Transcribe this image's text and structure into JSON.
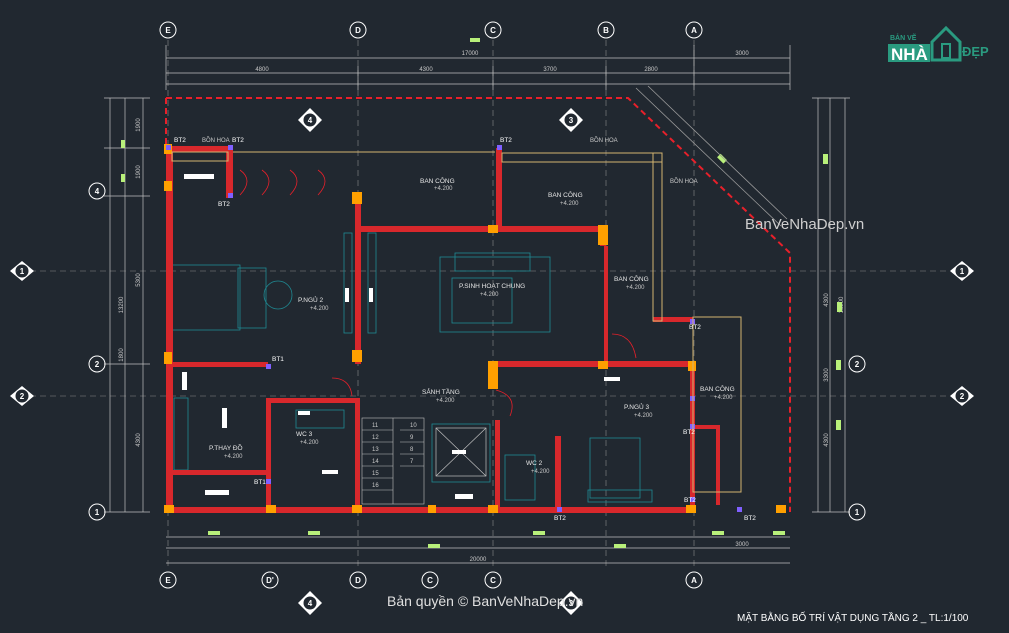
{
  "logo": {
    "top": "BẢN VẼ",
    "main": "NHÀ",
    "side": "ĐẸP"
  },
  "watermarks": {
    "center": "BanVeNhaDep.vn",
    "bottom": "Bản quyền © BanVeNhaDep.vn"
  },
  "drawing_title": "MẶT BẰNG BỐ TRÍ VẬT DỤNG TẦNG 2 _ TL:1/100",
  "grid_top": [
    "E",
    "D",
    "C",
    "B",
    "A"
  ],
  "grid_bottom": [
    "E",
    "D'",
    "D",
    "C",
    "C",
    "A"
  ],
  "grid_left": [
    "4",
    "2",
    "1"
  ],
  "grid_right": [
    "1",
    "2",
    "1"
  ],
  "section_marks": [
    "4",
    "3",
    "1",
    "2",
    "1",
    "2",
    "4",
    "3"
  ],
  "dims_top_total": "17000",
  "dims_top_side": "3000",
  "dims_top_segments": [
    "4800",
    "4300",
    "3700",
    "2800"
  ],
  "dims_left": [
    "1900",
    "1900",
    "5300",
    "1800",
    "4300"
  ],
  "dims_left_total": "13200",
  "dims_right": [
    "4300",
    "3300",
    "4300"
  ],
  "dims_right_total": "13200",
  "dims_bottom_total": "20000",
  "dims_bottom_side": "3000",
  "rooms": {
    "ban_cong_1": "BAN CÔNG",
    "ban_cong_2": "BAN CÔNG",
    "ban_cong_3": "BAN CÔNG",
    "ban_cong_4": "BAN CÔNG",
    "ngu_2": "P.NGỦ 2",
    "sinh_hoat": "P.SINH HOẠT CHUNG",
    "sanh_tang": "SẢNH TẦNG",
    "ngu_3": "P.NGỦ 3",
    "thay_do": "P.THAY ĐỒ",
    "wc_3": "WC 3",
    "wc_2": "WC 2"
  },
  "level_tags": {
    "lt_1": "+4.200",
    "lt_2": "+4.200",
    "lt_3": "+4.200",
    "lt_4": "+4.200",
    "lt_5": "+4.200",
    "lt_6": "+4.200",
    "lt_7": "+4.200",
    "lt_8": "+4.200",
    "lt_9": "+4.200",
    "lt_10": "+4.200",
    "lt_11": "+4.200"
  },
  "tags": [
    "BT2",
    "BT2",
    "BT2",
    "BT2",
    "BT2",
    "BT2",
    "BT1",
    "BT1",
    "BT2",
    "BT2",
    "BT2"
  ],
  "bon_hoa": [
    "BỒN HOA",
    "BỒN HOA",
    "BỒN HOA"
  ],
  "stair_numbers": [
    "11",
    "12",
    "13",
    "14",
    "15",
    "16",
    "10",
    "9",
    "8",
    "7"
  ]
}
